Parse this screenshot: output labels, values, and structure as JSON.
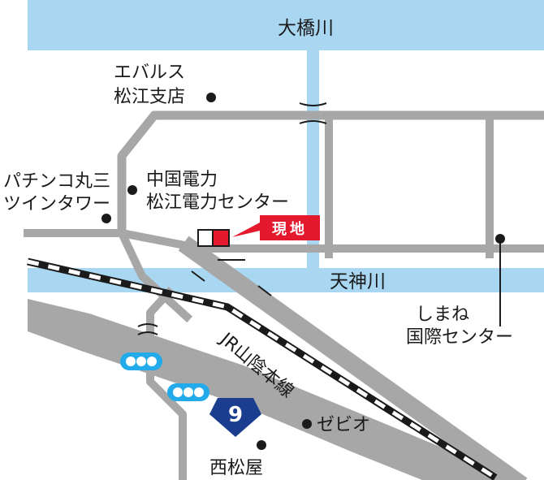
{
  "colors": {
    "river": "#a9d7f2",
    "road": "#a7a7a7",
    "highway": "#a7a7a7",
    "rail": "#1a1a1a",
    "accent": "#e4192d",
    "signal": "#22aaea",
    "route_shield": "#1a3d8f",
    "poi": "#1a1a1a"
  },
  "rivers": {
    "ohashi": "大橋川",
    "tenjin": "天神川"
  },
  "site": {
    "label": "現地"
  },
  "railway": {
    "label": "JR山陰本線"
  },
  "route": {
    "number": "9"
  },
  "places": {
    "aeon": {
      "line1": "エバルス",
      "line2": "松江支店"
    },
    "pachinko": {
      "line1": "パチンコ丸三",
      "line2": "ツインタワー"
    },
    "chugoku": {
      "line1": "中国電力",
      "line2": "松江電力センター"
    },
    "shimane": {
      "line1": "しまね",
      "line2": "国際センター"
    },
    "zebio": "ゼビオ",
    "nishimatsuya": "西松屋"
  }
}
